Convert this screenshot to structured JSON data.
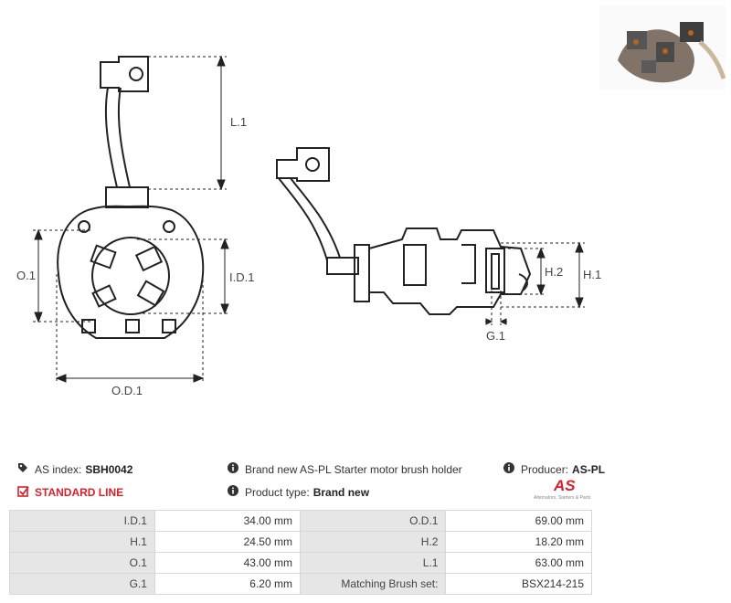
{
  "dimensions": {
    "L1": "L.1",
    "ID1": "I.D.1",
    "O1": "O.1",
    "OD1": "O.D.1",
    "H1": "H.1",
    "H2": "H.2",
    "G1": "G.1"
  },
  "info": {
    "as_index_label": "AS index:",
    "as_index_value": "SBH0042",
    "line": "STANDARD LINE",
    "description": "Brand new AS-PL Starter motor brush holder",
    "product_type_label": "Product type:",
    "product_type_value": "Brand new",
    "producer_label": "Producer:",
    "producer_value": "AS-PL"
  },
  "logo": {
    "mark": "AS",
    "tagline": "Alternators, Starters & Parts"
  },
  "specs": [
    {
      "k1": "I.D.1",
      "v1": "34.00 mm",
      "k2": "O.D.1",
      "v2": "69.00 mm"
    },
    {
      "k1": "H.1",
      "v1": "24.50 mm",
      "k2": "H.2",
      "v2": "18.20 mm"
    },
    {
      "k1": "O.1",
      "v1": "43.00 mm",
      "k2": "L.1",
      "v2": "63.00 mm"
    },
    {
      "k1": "G.1",
      "v1": "6.20 mm",
      "k2": "Matching Brush set:",
      "v2": "BSX214-215"
    }
  ],
  "icons": {
    "tag": "tag-icon",
    "check": "checkbox-check-icon",
    "info": "info-circle-icon"
  },
  "colors": {
    "accent": "#d8202a",
    "key_cell": "#e6e6e6",
    "border": "#d7d7d7"
  }
}
